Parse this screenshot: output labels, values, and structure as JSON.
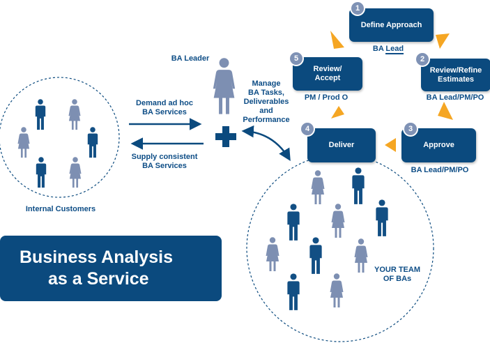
{
  "title": {
    "line1": "Business Analysis",
    "line2": "as a Service"
  },
  "ba_leader": "BA Leader",
  "demand": {
    "line1": "Demand ad hoc",
    "line2": "BA Services"
  },
  "supply": {
    "line1": "Supply consistent",
    "line2": "BA Services"
  },
  "manage": {
    "line1": "Manage",
    "line2": "BA Tasks,",
    "line3": "Deliverables",
    "line4": "and",
    "line5": "Performance"
  },
  "internal_customers": "Internal Customers",
  "team": {
    "line1": "YOUR TEAM",
    "line2": "OF BAs"
  },
  "steps": [
    {
      "number": "1",
      "label_line1": "Define Approach",
      "label_line2": "",
      "role_prefix": "BA ",
      "role_underlined": "Lead"
    },
    {
      "number": "2",
      "label_line1": "Review/Refine",
      "label_line2": "Estimates",
      "role": "BA Lead/PM/PO"
    },
    {
      "number": "3",
      "label_line1": "Approve",
      "label_line2": "",
      "role": "BA Lead/PM/PO"
    },
    {
      "number": "4",
      "label_line1": "Deliver",
      "label_line2": ""
    },
    {
      "number": "5",
      "label_line1": "Review/",
      "label_line2": "Accept",
      "role": "PM / Prod O"
    }
  ],
  "colors": {
    "navy": "#0b4a7e",
    "person_dark": "#124f84",
    "person_light": "#7d8fb2",
    "arrow_orange": "#f5a623",
    "text": "#0d4d86"
  }
}
